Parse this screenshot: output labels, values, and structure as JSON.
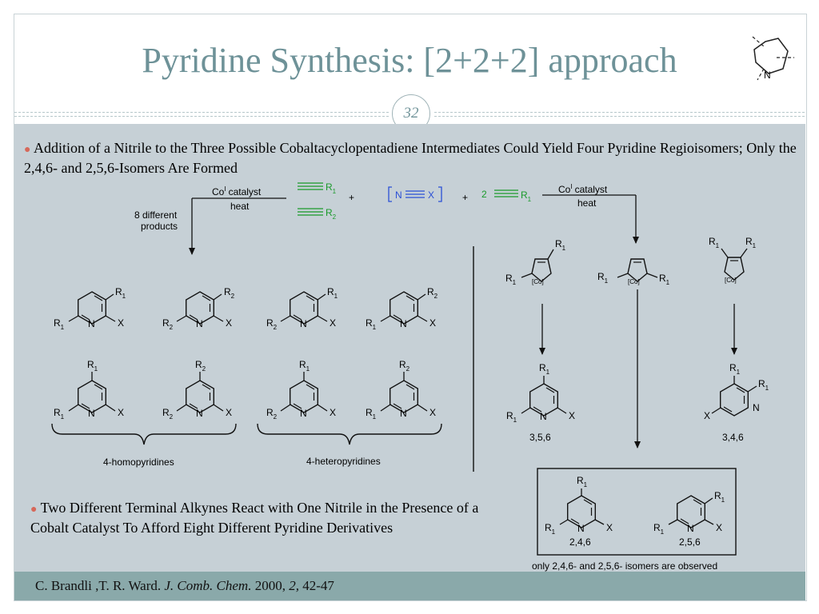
{
  "slide": {
    "title": "Pyridine Synthesis: [2+2+2] approach",
    "number": "32",
    "bullet1": "Addition of a Nitrile to the Three Possible Cobaltacyclopentadiene Intermediates Could Yield Four Pyridine Regioisomers; Only the 2,4,6- and 2,5,6-Isomers Are Formed",
    "bullet2": "Two Different Terminal Alkynes React with One Nitrile in the Presence of a Cobalt Catalyst To Afford Eight Different Pyridine Derivatives",
    "footer_authors": "C. Brandli ,T. R. Ward. ",
    "footer_journal": "J. Comb. Chem.",
    "footer_year": " 2000, ",
    "footer_volume": "2,",
    "footer_pages": " 42-47"
  },
  "scheme": {
    "catalyst": "Co",
    "catalyst_sup": "I",
    "catalyst_word": "catalyst",
    "heat": "heat",
    "eight_products_line1": "8 different",
    "eight_products_line2": "products",
    "plus": "+",
    "two": "2",
    "R": "R",
    "N": "N",
    "X": "X",
    "sub1": "1",
    "sub2": "2",
    "co": "[Co]",
    "label_homo": "4-homopyridines",
    "label_hetero": "4-heteropyridines",
    "label_356": "3,5,6",
    "label_346": "3,4,6",
    "label_246": "2,4,6",
    "label_256": "2,5,6",
    "observed_note": "only 2,4,6- and 2,5,6- isomers are observed"
  },
  "colors": {
    "title": "#6e9298",
    "alkyne_green": "#1a9a2a",
    "nitrile_blue": "#2a4fd6",
    "bullet": "#d6685a"
  }
}
